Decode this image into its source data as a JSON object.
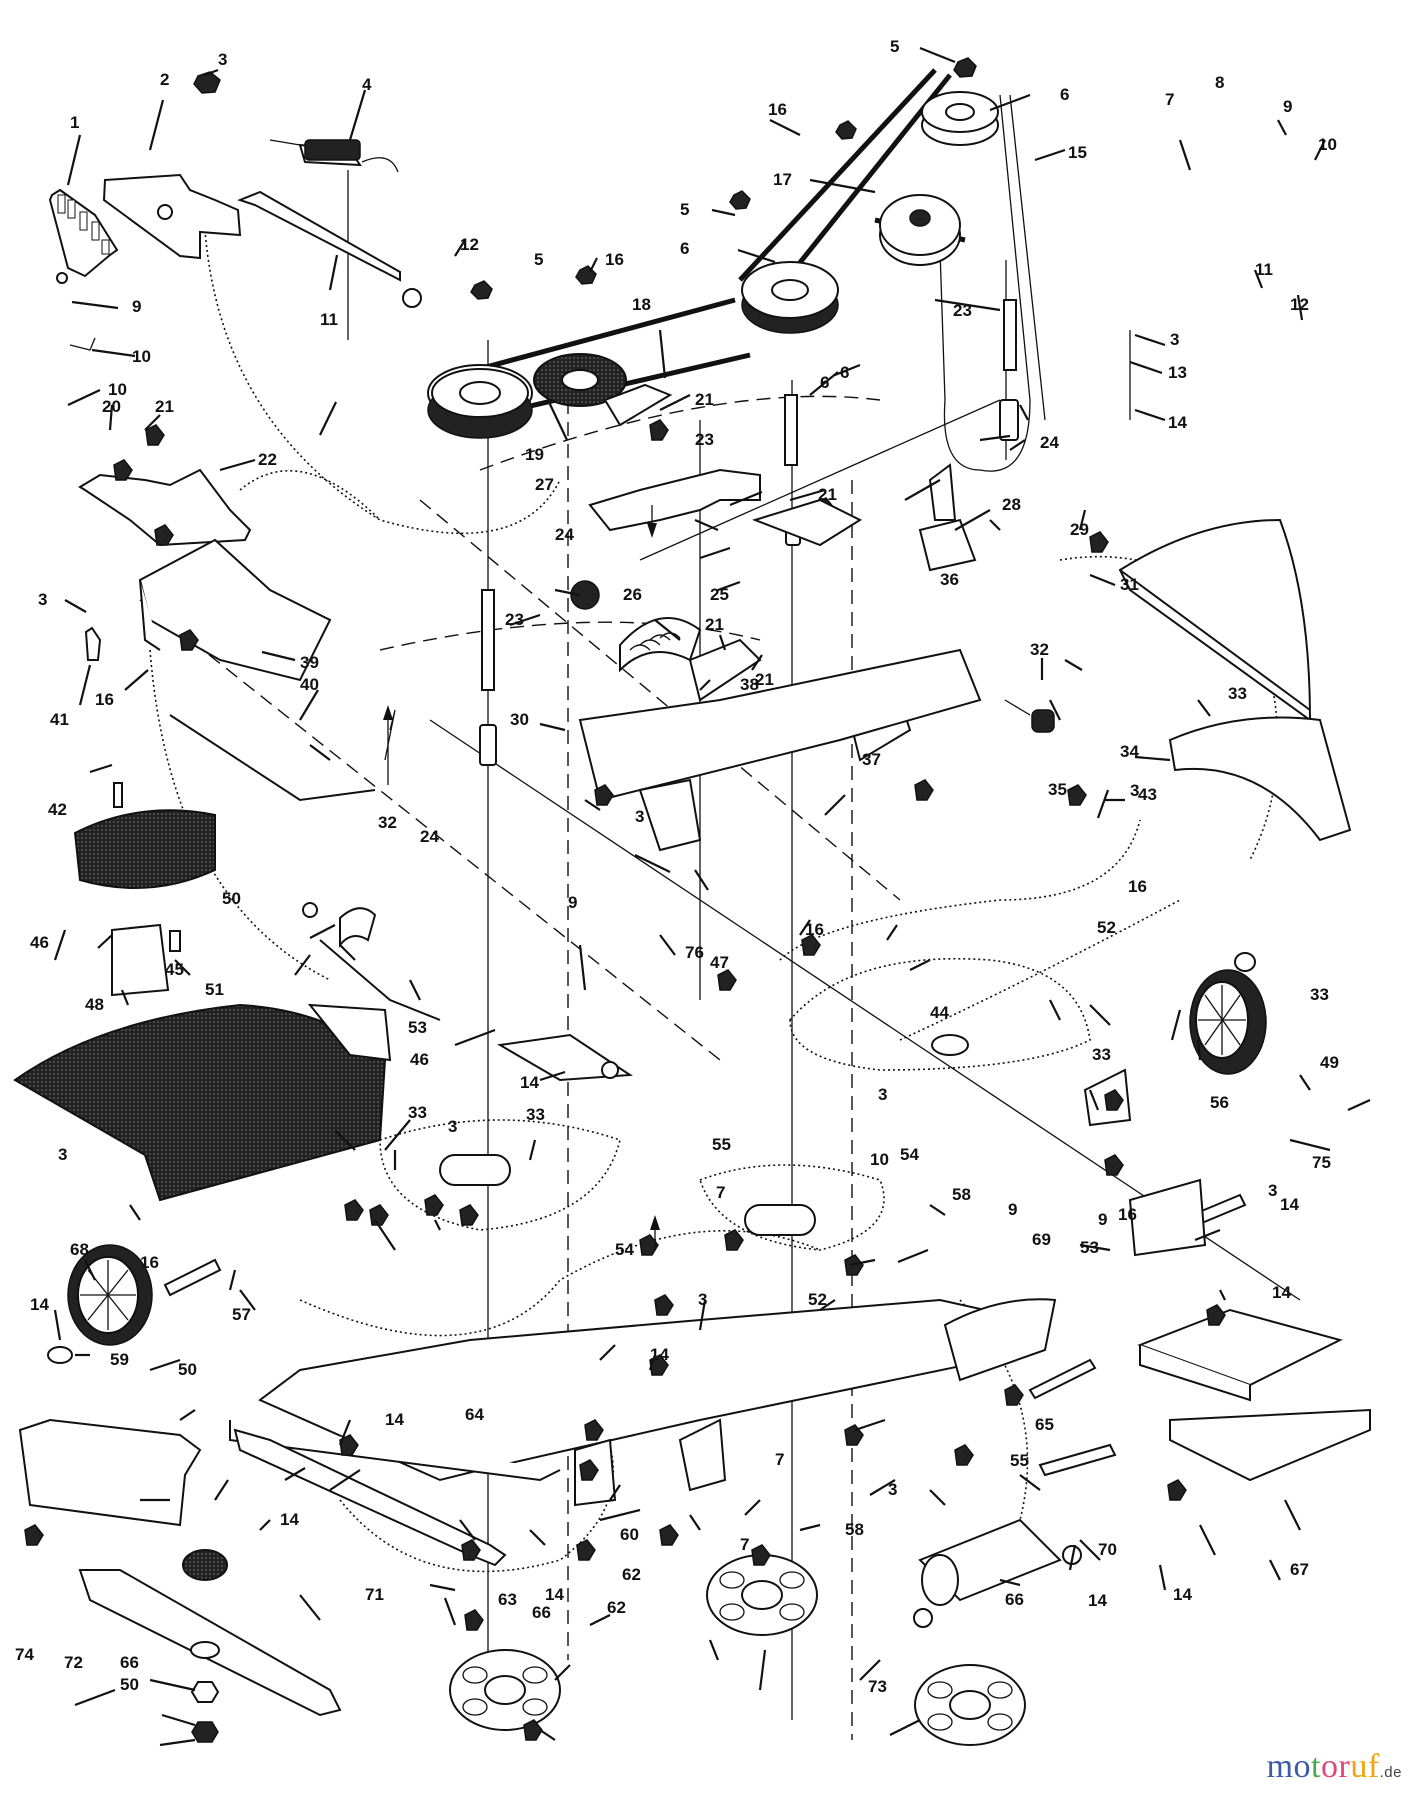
{
  "diagram": {
    "title": "Lawn mower deck exploded parts diagram",
    "watermark": {
      "letters": [
        "m",
        "o",
        "t",
        "o",
        "r",
        "u",
        "f"
      ],
      "colors": [
        "#3b5ba9",
        "#3b5ba9",
        "#4aa845",
        "#e0457b",
        "#e0457b",
        "#f2a20f",
        "#f2a20f"
      ],
      "tld": ".de"
    },
    "labels": [
      {
        "id": "1",
        "text": "1"
      },
      {
        "id": "2",
        "text": "2"
      },
      {
        "id": "3a",
        "text": "3"
      },
      {
        "id": "4",
        "text": "4"
      },
      {
        "id": "5a",
        "text": "5"
      },
      {
        "id": "6a",
        "text": "6"
      },
      {
        "id": "7a",
        "text": "7"
      },
      {
        "id": "8",
        "text": "8"
      },
      {
        "id": "9a",
        "text": "9"
      },
      {
        "id": "10a",
        "text": "10"
      },
      {
        "id": "9b",
        "text": "9"
      },
      {
        "id": "10b",
        "text": "10"
      },
      {
        "id": "11a",
        "text": "11"
      },
      {
        "id": "12a",
        "text": "12"
      },
      {
        "id": "16a",
        "text": "16"
      },
      {
        "id": "17",
        "text": "17"
      },
      {
        "id": "15",
        "text": "15"
      },
      {
        "id": "5b",
        "text": "5"
      },
      {
        "id": "5c",
        "text": "5"
      },
      {
        "id": "16b",
        "text": "16"
      },
      {
        "id": "6b",
        "text": "6"
      },
      {
        "id": "18",
        "text": "18"
      },
      {
        "id": "12b",
        "text": "12"
      },
      {
        "id": "11b",
        "text": "11"
      },
      {
        "id": "3b",
        "text": "3"
      },
      {
        "id": "13",
        "text": "13"
      },
      {
        "id": "14a",
        "text": "14"
      },
      {
        "id": "24a",
        "text": "24"
      },
      {
        "id": "23a",
        "text": "23"
      },
      {
        "id": "6c",
        "text": "6"
      },
      {
        "id": "6d",
        "text": "6"
      },
      {
        "id": "10c",
        "text": "10"
      },
      {
        "id": "20",
        "text": "20"
      },
      {
        "id": "21a",
        "text": "21"
      },
      {
        "id": "22",
        "text": "22"
      },
      {
        "id": "19",
        "text": "19"
      },
      {
        "id": "21b",
        "text": "21"
      },
      {
        "id": "23b",
        "text": "23"
      },
      {
        "id": "24b",
        "text": "24"
      },
      {
        "id": "27",
        "text": "27"
      },
      {
        "id": "21c",
        "text": "21"
      },
      {
        "id": "28",
        "text": "28"
      },
      {
        "id": "29",
        "text": "29"
      },
      {
        "id": "25",
        "text": "25"
      },
      {
        "id": "31",
        "text": "31"
      },
      {
        "id": "36",
        "text": "36"
      },
      {
        "id": "3c",
        "text": "3"
      },
      {
        "id": "41",
        "text": "41"
      },
      {
        "id": "16c",
        "text": "16"
      },
      {
        "id": "39",
        "text": "39"
      },
      {
        "id": "23c",
        "text": "23"
      },
      {
        "id": "26",
        "text": "26"
      },
      {
        "id": "40",
        "text": "40"
      },
      {
        "id": "30",
        "text": "30"
      },
      {
        "id": "21d",
        "text": "21"
      },
      {
        "id": "38",
        "text": "38"
      },
      {
        "id": "21e",
        "text": "21"
      },
      {
        "id": "32a",
        "text": "32"
      },
      {
        "id": "33a",
        "text": "33"
      },
      {
        "id": "34",
        "text": "34"
      },
      {
        "id": "37",
        "text": "37"
      },
      {
        "id": "42",
        "text": "42"
      },
      {
        "id": "24c",
        "text": "24"
      },
      {
        "id": "32b",
        "text": "32"
      },
      {
        "id": "3d",
        "text": "3"
      },
      {
        "id": "35",
        "text": "35"
      },
      {
        "id": "3e",
        "text": "3"
      },
      {
        "id": "43",
        "text": "43"
      },
      {
        "id": "46a",
        "text": "46"
      },
      {
        "id": "50a",
        "text": "50"
      },
      {
        "id": "9c",
        "text": "9"
      },
      {
        "id": "16d",
        "text": "16"
      },
      {
        "id": "16e",
        "text": "16"
      },
      {
        "id": "47",
        "text": "47"
      },
      {
        "id": "45",
        "text": "45"
      },
      {
        "id": "51",
        "text": "51"
      },
      {
        "id": "76",
        "text": "76"
      },
      {
        "id": "52a",
        "text": "52"
      },
      {
        "id": "33b",
        "text": "33"
      },
      {
        "id": "44",
        "text": "44"
      },
      {
        "id": "48",
        "text": "48"
      },
      {
        "id": "53a",
        "text": "53"
      },
      {
        "id": "49",
        "text": "49"
      },
      {
        "id": "46b",
        "text": "46"
      },
      {
        "id": "14b",
        "text": "14"
      },
      {
        "id": "33c",
        "text": "33"
      },
      {
        "id": "3f",
        "text": "3"
      },
      {
        "id": "56",
        "text": "56"
      },
      {
        "id": "54a",
        "text": "54"
      },
      {
        "id": "75",
        "text": "75"
      },
      {
        "id": "3g",
        "text": "3"
      },
      {
        "id": "33d",
        "text": "33"
      },
      {
        "id": "3h",
        "text": "3"
      },
      {
        "id": "33e",
        "text": "33"
      },
      {
        "id": "7b",
        "text": "7"
      },
      {
        "id": "55a",
        "text": "55"
      },
      {
        "id": "10d",
        "text": "10"
      },
      {
        "id": "14c",
        "text": "14"
      },
      {
        "id": "16f",
        "text": "16"
      },
      {
        "id": "53b",
        "text": "53"
      },
      {
        "id": "54b",
        "text": "54"
      },
      {
        "id": "68",
        "text": "68"
      },
      {
        "id": "16g",
        "text": "16"
      },
      {
        "id": "57a",
        "text": "57"
      },
      {
        "id": "3i",
        "text": "3"
      },
      {
        "id": "58a",
        "text": "58"
      },
      {
        "id": "9d",
        "text": "9"
      },
      {
        "id": "9e",
        "text": "9"
      },
      {
        "id": "3j",
        "text": "3"
      },
      {
        "id": "14d",
        "text": "14"
      },
      {
        "id": "52b",
        "text": "52"
      },
      {
        "id": "14e",
        "text": "14"
      },
      {
        "id": "59",
        "text": "59"
      },
      {
        "id": "69",
        "text": "69"
      },
      {
        "id": "14f",
        "text": "14"
      },
      {
        "id": "50b",
        "text": "50"
      },
      {
        "id": "14g",
        "text": "14"
      },
      {
        "id": "64",
        "text": "64"
      },
      {
        "id": "65",
        "text": "65"
      },
      {
        "id": "7c",
        "text": "7"
      },
      {
        "id": "3k",
        "text": "3"
      },
      {
        "id": "55b",
        "text": "55"
      },
      {
        "id": "58b",
        "text": "58"
      },
      {
        "id": "60",
        "text": "60"
      },
      {
        "id": "7d",
        "text": "7"
      },
      {
        "id": "62a",
        "text": "62"
      },
      {
        "id": "70",
        "text": "70"
      },
      {
        "id": "67",
        "text": "67"
      },
      {
        "id": "14h",
        "text": "14"
      },
      {
        "id": "14i",
        "text": "14"
      },
      {
        "id": "14j",
        "text": "14"
      },
      {
        "id": "71",
        "text": "71"
      },
      {
        "id": "63",
        "text": "63"
      },
      {
        "id": "14k",
        "text": "14"
      },
      {
        "id": "62b",
        "text": "62"
      },
      {
        "id": "72",
        "text": "72"
      },
      {
        "id": "66a",
        "text": "66"
      },
      {
        "id": "66b",
        "text": "66"
      },
      {
        "id": "73",
        "text": "73"
      },
      {
        "id": "66c",
        "text": "66"
      },
      {
        "id": "74",
        "text": "74"
      },
      {
        "id": "50c",
        "text": "50"
      }
    ]
  }
}
